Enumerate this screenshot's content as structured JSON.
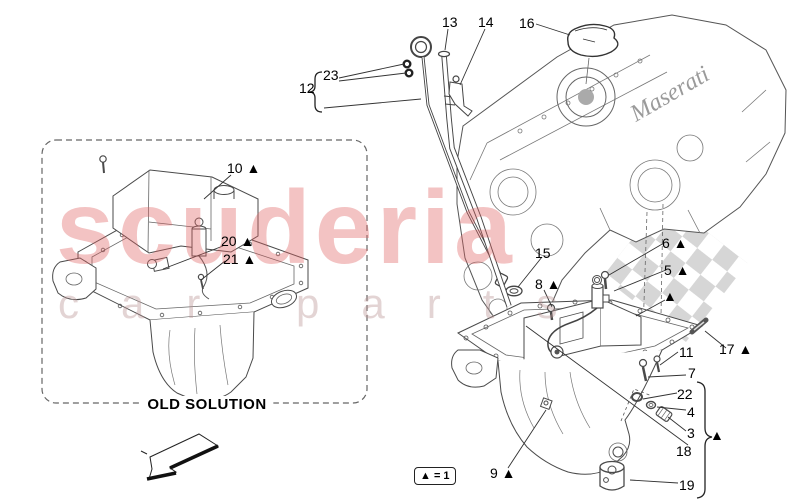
{
  "watermark": {
    "title": "scuderia",
    "subtitle": "car parts"
  },
  "engine_script": "Maserati",
  "old_solution_label": "OLD SOLUTION",
  "legend": {
    "text": "▲ = 1"
  },
  "colors": {
    "watermark_pink": "#e06060",
    "checker_gray": "#d6d6d6",
    "line_art": "#4a4a4a"
  },
  "callouts": {
    "c13": "13",
    "c14": "14",
    "c16": "16",
    "c23": "23",
    "c12": "12",
    "c10": "10 ▲",
    "c20": "20 ▲",
    "c21": "21 ▲",
    "c15": "15",
    "c6": "6 ▲",
    "c5": "5 ▲",
    "tri_a": "▲",
    "c8": "8 ▲",
    "c17": "17 ▲",
    "c11": "11",
    "c7": "7",
    "c22": "22",
    "c4": "4",
    "c3": "3",
    "c18": "18",
    "c9": "9 ▲",
    "c19": "19",
    "tri_b": "▲"
  }
}
